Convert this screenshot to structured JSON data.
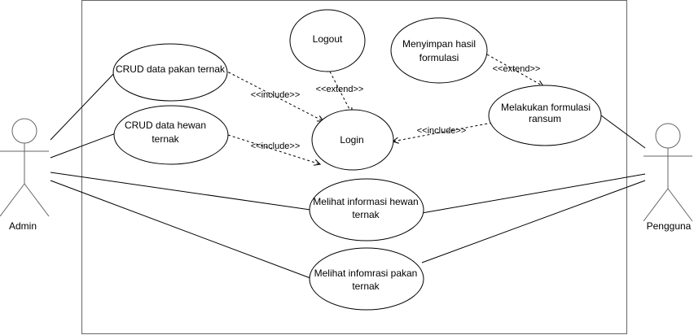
{
  "actors": {
    "admin": {
      "label": "Admin"
    },
    "user": {
      "label": "Pengguna"
    }
  },
  "use_cases": {
    "logout": {
      "lines": [
        "Logout"
      ]
    },
    "save_formulation": {
      "lines": [
        "Menyimpan hasil",
        "formulasi"
      ]
    },
    "crud_feed": {
      "lines": [
        "CRUD data pakan ternak"
      ]
    },
    "crud_animal": {
      "lines": [
        "CRUD data hewan",
        "ternak"
      ]
    },
    "login": {
      "lines": [
        "Login"
      ]
    },
    "formulate_ration": {
      "lines": [
        "Melakukan formulasi",
        "ransum"
      ]
    },
    "view_animal_info": {
      "lines": [
        "Melihat informasi hewan",
        "ternak"
      ]
    },
    "view_feed_info": {
      "lines": [
        "Melihat infomrasi pakan",
        "ternak"
      ]
    }
  },
  "relations": {
    "include_1": "<<include>>",
    "include_2": "<<include>>",
    "include_3": "<<include>>",
    "extend_1": "<<extend>>",
    "extend_2": "<<extend>>"
  },
  "colors": {
    "stroke": "#000000",
    "actor_stroke": "#666666",
    "fill": "#ffffff"
  }
}
